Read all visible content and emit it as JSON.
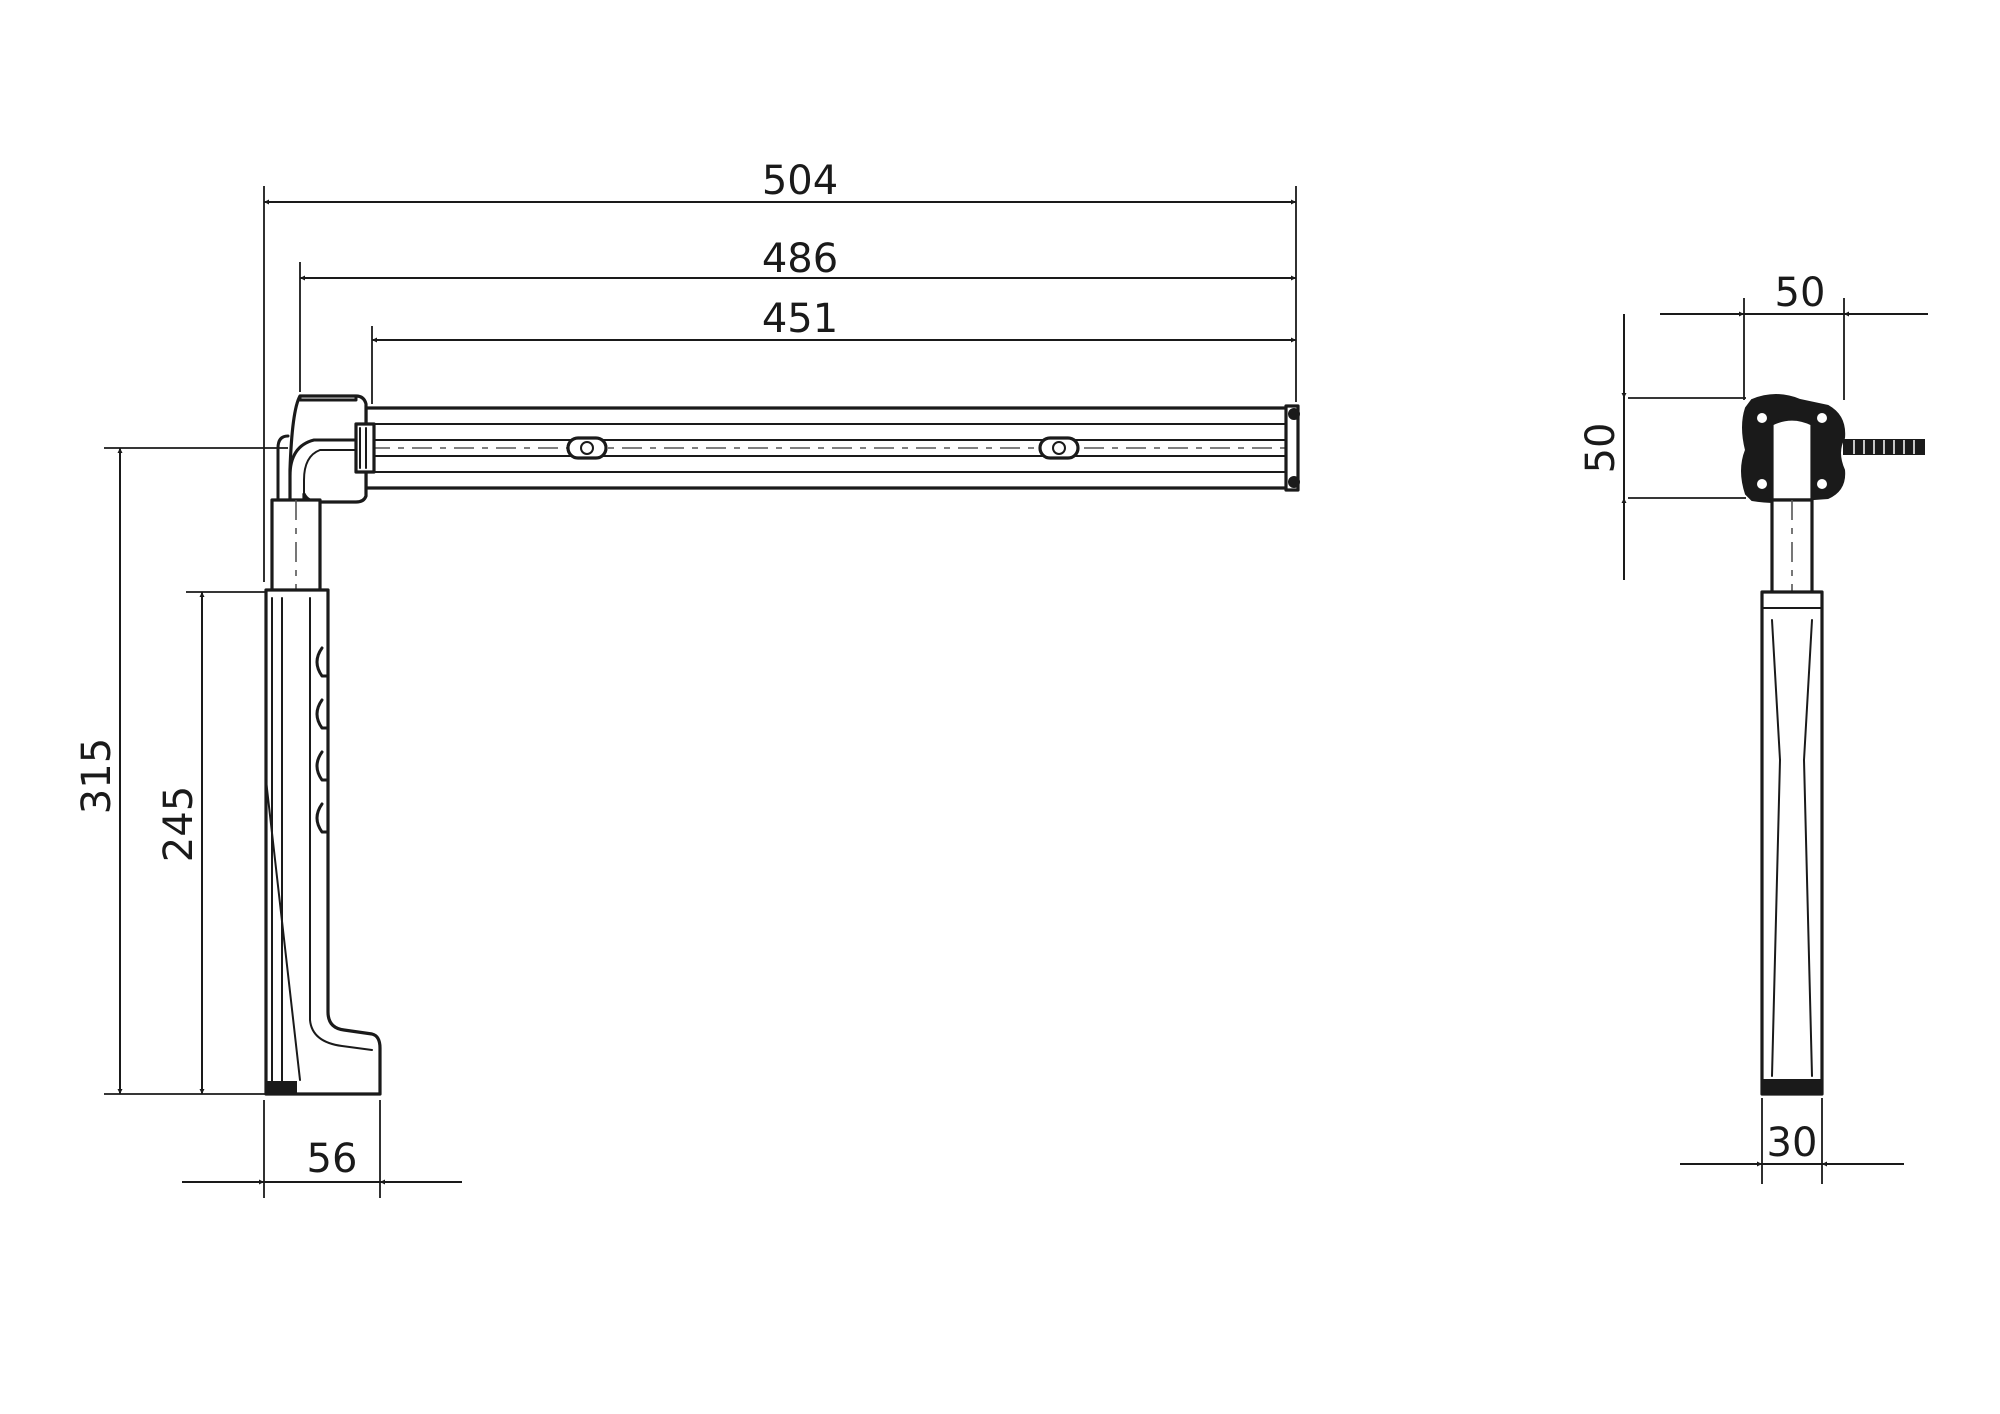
{
  "dimensions": {
    "overall_length": "504",
    "length_mid": "486",
    "rail_length": "451",
    "total_height": "315",
    "leg_height": "245",
    "base_depth": "56",
    "bracket_width": "50",
    "bracket_height": "50",
    "leg_width": "30"
  },
  "colors": {
    "line": "#1a1a1a",
    "background": "#ffffff"
  }
}
